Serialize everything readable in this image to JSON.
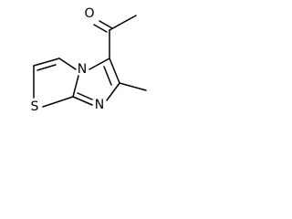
{
  "molecule": {
    "atoms": {
      "o1": {
        "symbol": "O"
      },
      "n_bridge": {
        "symbol": "N"
      },
      "n_ring": {
        "symbol": "N"
      },
      "s1": {
        "symbol": "S"
      }
    }
  }
}
